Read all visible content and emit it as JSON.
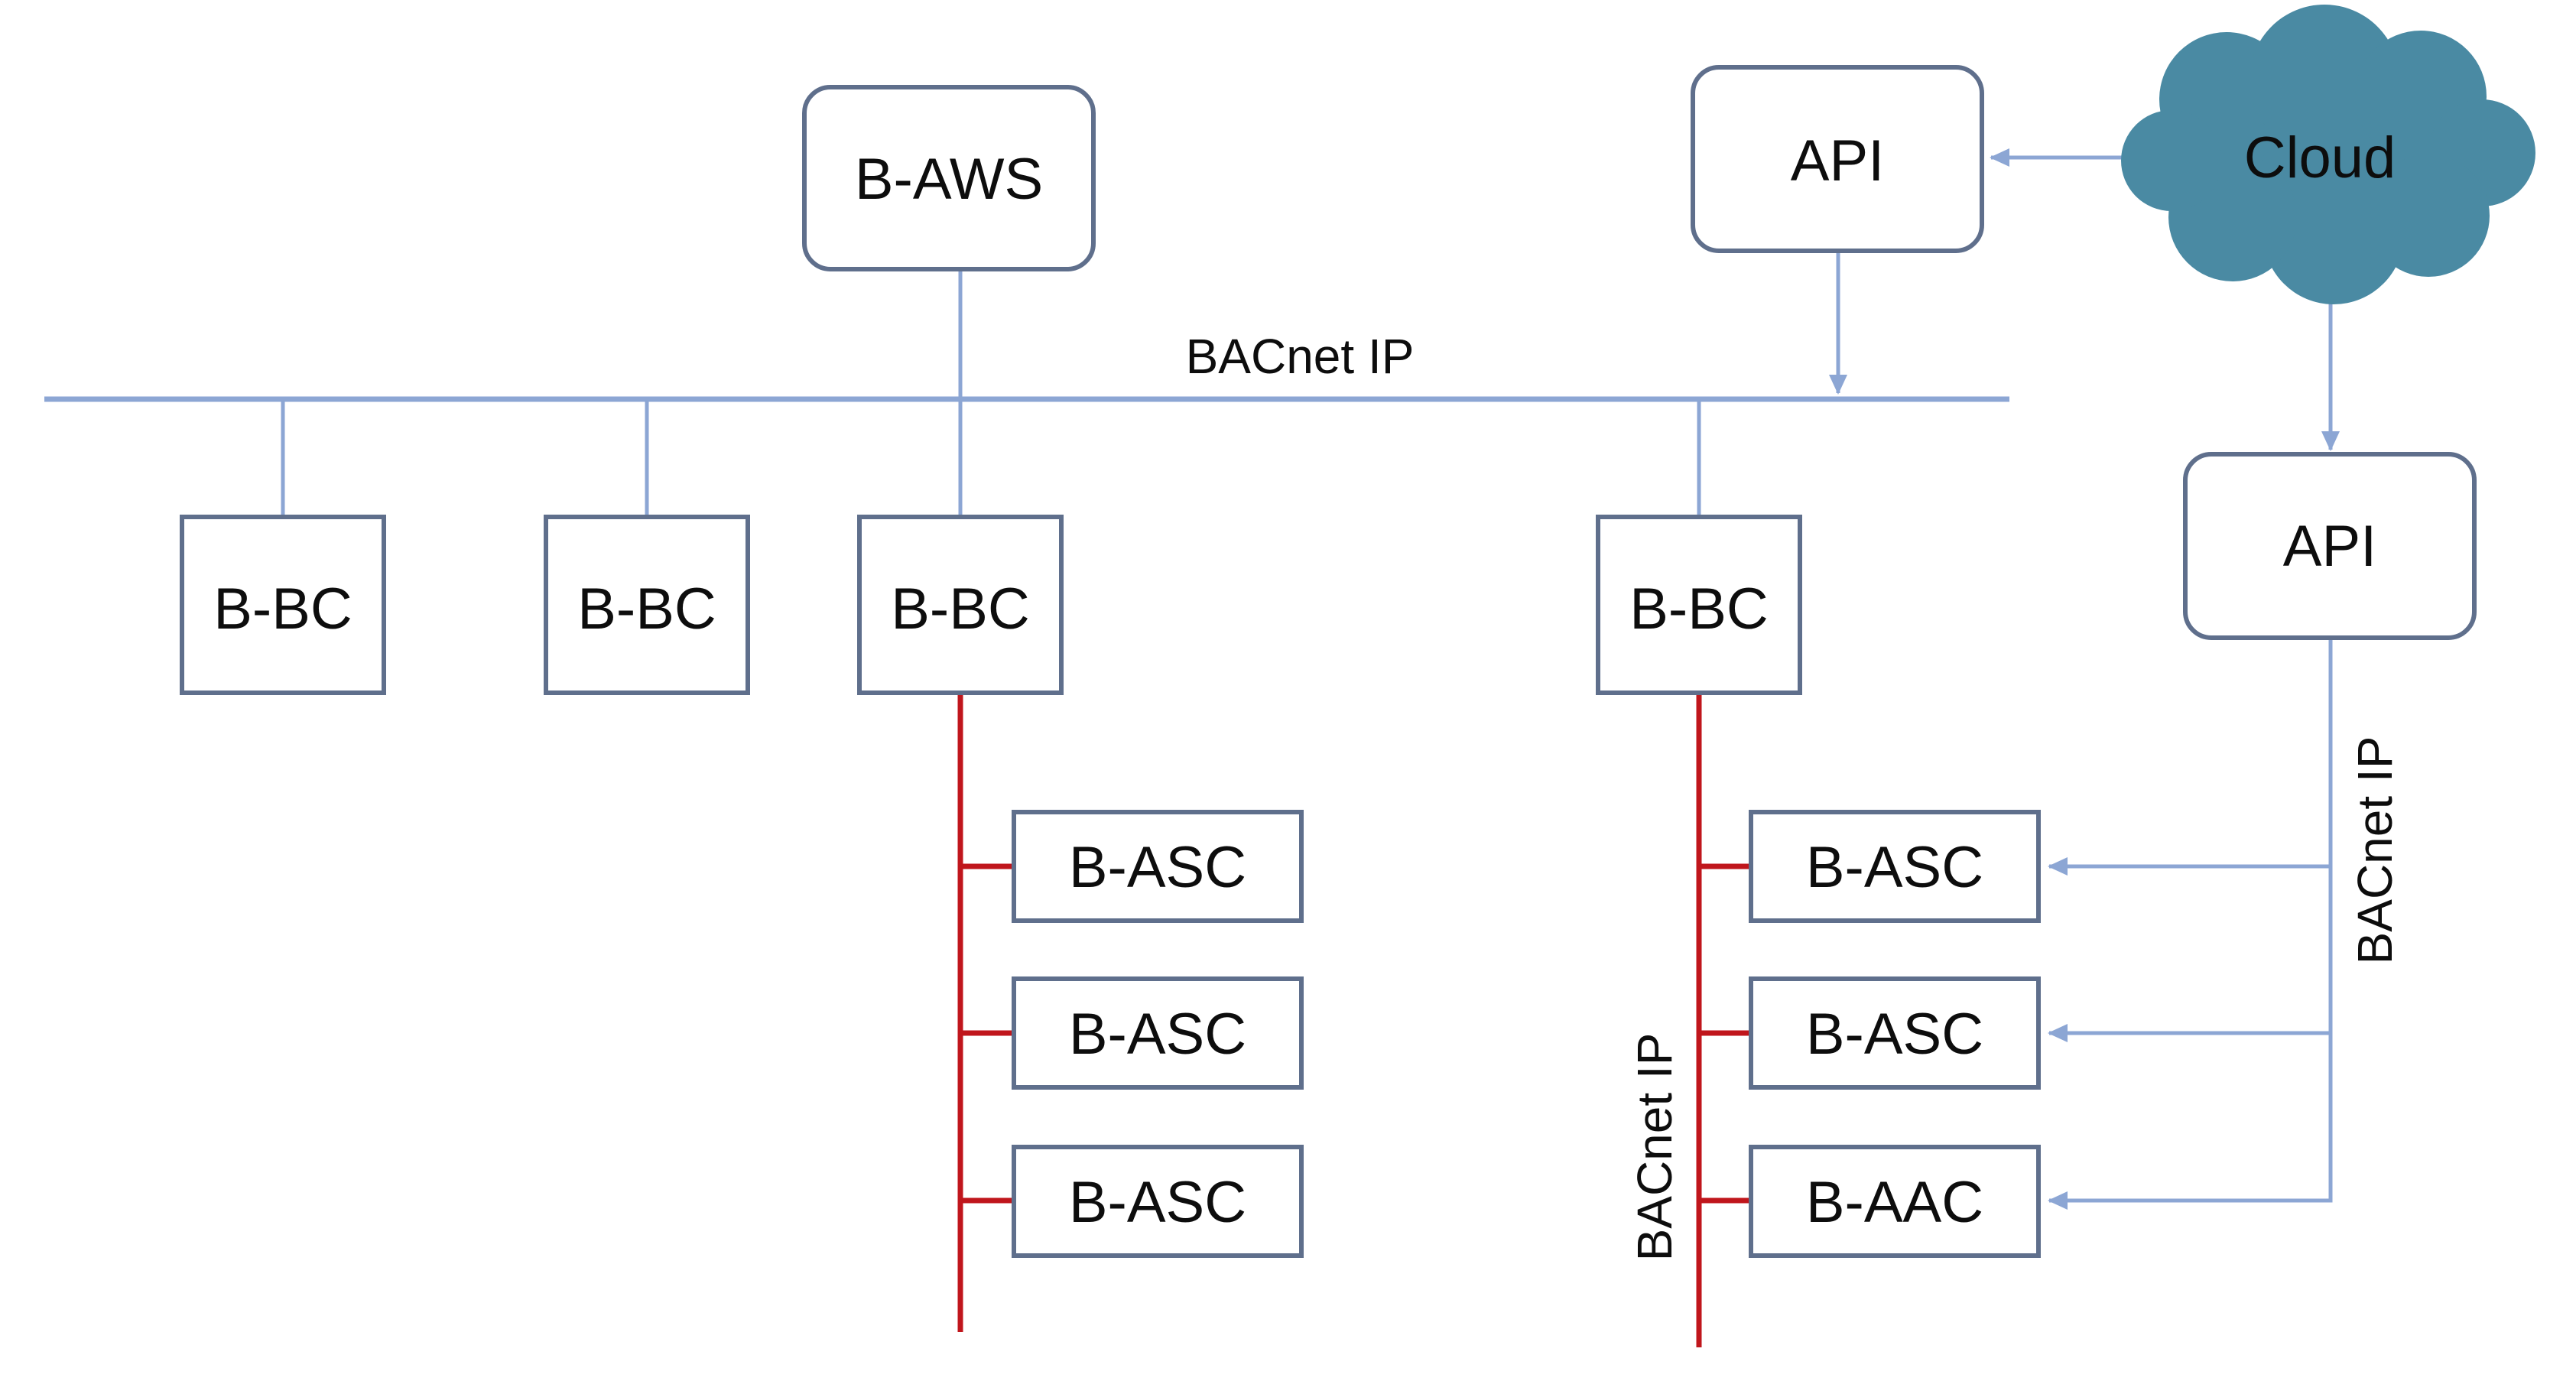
{
  "network_label": "BACnet IP",
  "colors": {
    "bus": "#8ca6d4",
    "sub_bus": "#c0161c",
    "box_border": "#5f6f8c",
    "cloud": "#4a8aa3"
  },
  "nodes": {
    "b_aws": "B-AWS",
    "api_top": "API",
    "cloud": "Cloud",
    "api_right": "API",
    "bbc_1": "B-BC",
    "bbc_2": "B-BC",
    "bbc_3": "B-BC",
    "bbc_4": "B-BC",
    "asc_left_1": "B-ASC",
    "asc_left_2": "B-ASC",
    "asc_left_3": "B-ASC",
    "asc_right_1": "B-ASC",
    "asc_right_2": "B-ASC",
    "aac_right": "B-AAC"
  },
  "labels": {
    "main_bus": "BACnet IP",
    "right_sub_bus": "BACnet IP",
    "api_feed": "BACnet IP"
  }
}
